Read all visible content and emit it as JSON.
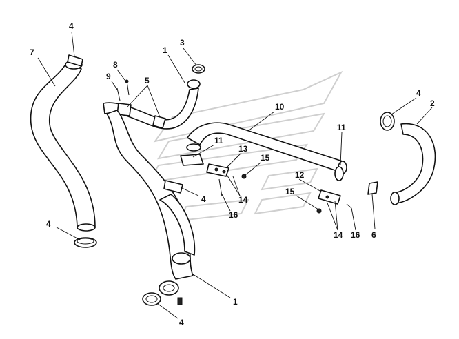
{
  "diagram": {
    "callouts": [
      {
        "id": "c1a",
        "text": "1"
      },
      {
        "id": "c1b",
        "text": "1"
      },
      {
        "id": "c2",
        "text": "2"
      },
      {
        "id": "c3",
        "text": "3"
      },
      {
        "id": "c4a",
        "text": "4"
      },
      {
        "id": "c4b",
        "text": "4"
      },
      {
        "id": "c4c",
        "text": "4"
      },
      {
        "id": "c4d",
        "text": "4"
      },
      {
        "id": "c4e",
        "text": "4"
      },
      {
        "id": "c5",
        "text": "5"
      },
      {
        "id": "c6",
        "text": "6"
      },
      {
        "id": "c7",
        "text": "7"
      },
      {
        "id": "c8",
        "text": "8"
      },
      {
        "id": "c9",
        "text": "9"
      },
      {
        "id": "c10",
        "text": "10"
      },
      {
        "id": "c11a",
        "text": "11"
      },
      {
        "id": "c11b",
        "text": "11"
      },
      {
        "id": "c12",
        "text": "12"
      },
      {
        "id": "c13",
        "text": "13"
      },
      {
        "id": "c14a",
        "text": "14"
      },
      {
        "id": "c14b",
        "text": "14"
      },
      {
        "id": "c15a",
        "text": "15"
      },
      {
        "id": "c15b",
        "text": "15"
      },
      {
        "id": "c16a",
        "text": "16"
      },
      {
        "id": "c16b",
        "text": "16"
      }
    ]
  }
}
